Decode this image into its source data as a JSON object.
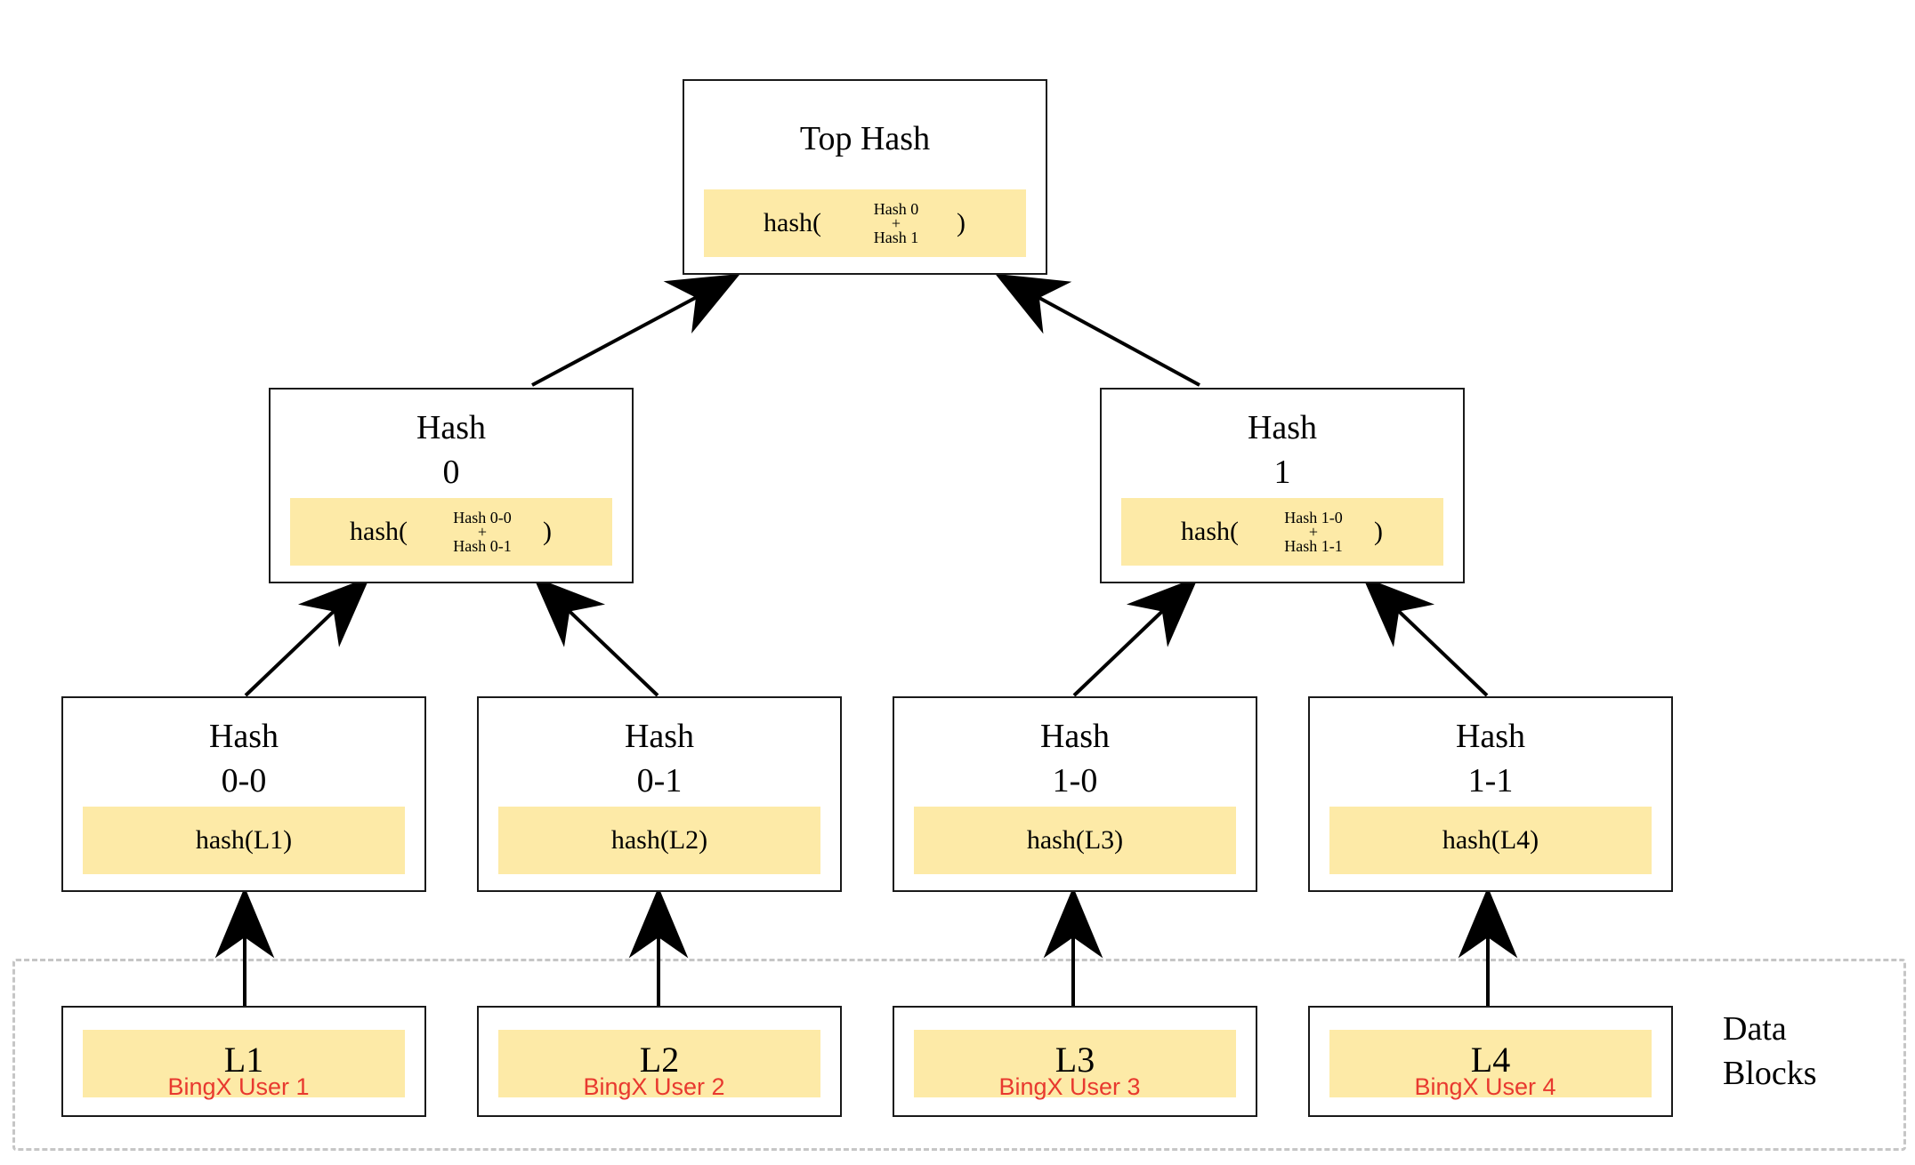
{
  "colors": {
    "hash_fill": "#fdeaa7",
    "border": "#1a1a1a",
    "user_text": "#e8392f",
    "dashed_region": "#c6c6c6",
    "arrow": "#000000"
  },
  "top": {
    "title": "Top Hash",
    "func": "hash(",
    "input_a": "Hash 0",
    "plus": "+",
    "input_b": "Hash 1",
    "close": ")"
  },
  "level1": [
    {
      "title_line1": "Hash",
      "title_line2": "0",
      "func": "hash(",
      "input_a": "Hash 0-0",
      "plus": "+",
      "input_b": "Hash 0-1",
      "close": ")"
    },
    {
      "title_line1": "Hash",
      "title_line2": "1",
      "func": "hash(",
      "input_a": "Hash 1-0",
      "plus": "+",
      "input_b": "Hash 1-1",
      "close": ")"
    }
  ],
  "level2": [
    {
      "title_line1": "Hash",
      "title_line2": "0-0",
      "hash_text": "hash(L1)"
    },
    {
      "title_line1": "Hash",
      "title_line2": "0-1",
      "hash_text": "hash(L2)"
    },
    {
      "title_line1": "Hash",
      "title_line2": "1-0",
      "hash_text": "hash(L3)"
    },
    {
      "title_line1": "Hash",
      "title_line2": "1-1",
      "hash_text": "hash(L4)"
    }
  ],
  "leaves": [
    {
      "label": "L1",
      "user": "BingX User 1"
    },
    {
      "label": "L2",
      "user": "BingX User 2"
    },
    {
      "label": "L3",
      "user": "BingX User 3"
    },
    {
      "label": "L4",
      "user": "BingX User 4"
    }
  ],
  "data_blocks_label": "Data\nBlocks"
}
